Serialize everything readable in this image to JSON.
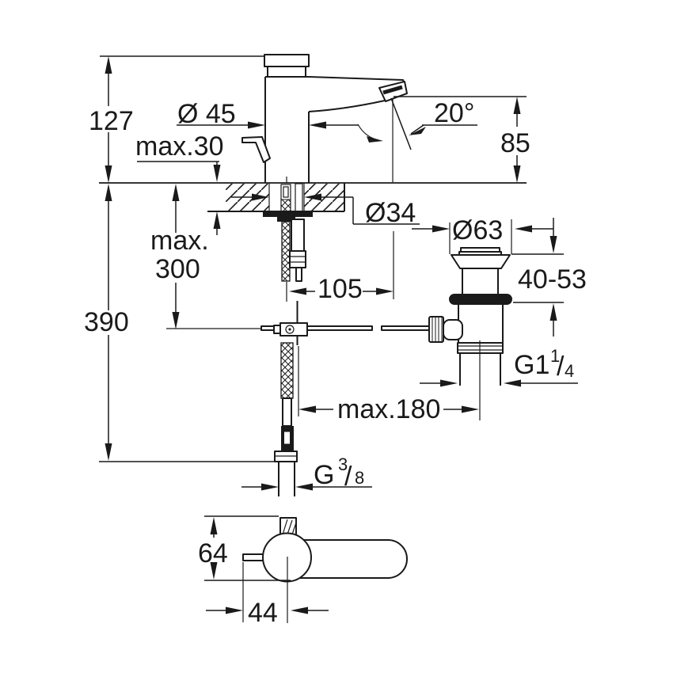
{
  "drawing": {
    "title": "faucet-installation-dimension-drawing",
    "colors": {
      "ink": "#1a1a1a",
      "background": "#ffffff"
    },
    "labels": {
      "height_faucet": "127",
      "deck_thickness_max": "max.30",
      "spout_diameter": "Ø 45",
      "spout_angle": "20°",
      "spout_height": "85",
      "hole_diameter": "Ø34",
      "hose_length_max_line1": "max.",
      "hose_length_max_line2": "300",
      "total_height": "390",
      "waste_flange_diameter": "Ø63",
      "waste_height_range": "40-53",
      "hole_center_distance": "105",
      "rod_length_max": "max.180",
      "waste_thread_base": "G1",
      "waste_thread_numerator": "1",
      "waste_thread_slash": "/",
      "waste_thread_denominator": "4",
      "supply_thread_base": "G",
      "supply_thread_numerator": "3",
      "supply_thread_slash": "/",
      "supply_thread_denominator": "8",
      "plan_body_height": "64",
      "plan_lever_offset": "44"
    }
  }
}
